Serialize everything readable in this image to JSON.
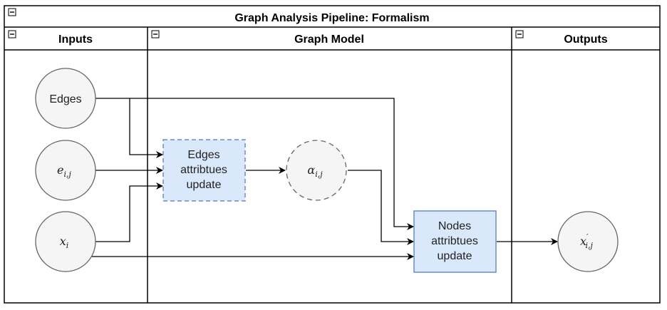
{
  "diagram": {
    "title": "Graph Analysis Pipeline: Formalism",
    "lanes": [
      {
        "label": "Inputs"
      },
      {
        "label": "Graph Model"
      },
      {
        "label": "Outputs"
      }
    ],
    "nodes": {
      "edges_input": {
        "label": "Edges"
      },
      "e_ij": {
        "base": "e",
        "sub": "i,j"
      },
      "x_i": {
        "base": "x",
        "sub": "i"
      },
      "edges_update": {
        "lines": [
          "Edges",
          "attribtues",
          "update"
        ]
      },
      "alpha_ij": {
        "base": "α",
        "sub": "i,j"
      },
      "nodes_update": {
        "lines": [
          "Nodes",
          "attribtues",
          "update"
        ]
      },
      "x_prime_ij": {
        "base": "x",
        "sup": "′",
        "sub": "i,j"
      }
    },
    "collapse_icon": "minus-box-icon",
    "colors": {
      "process_fill": "#dae8fc",
      "process_stroke": "#6c8ebf",
      "circle_fill": "#f5f5f5",
      "circle_stroke": "#666666"
    }
  }
}
